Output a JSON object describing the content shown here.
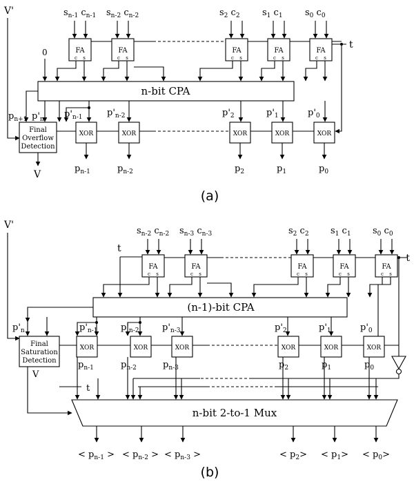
{
  "figure_a": {
    "caption": "(a)",
    "vprime": "V'",
    "t": "t",
    "zero": "0",
    "cpa": "n-bit CPA",
    "fod": [
      "Final",
      "Overflow",
      "Detection"
    ],
    "v_out": "V",
    "fa_label": "FA",
    "fa_pin_c": "c",
    "fa_pin_s": "s",
    "xor_label": "XOR",
    "fa_inputs": [
      {
        "s": "n-1",
        "c": "n-1"
      },
      {
        "s": "n-2",
        "c": "n-2"
      },
      {
        "s": "2",
        "c": "2"
      },
      {
        "s": "1",
        "c": "1"
      },
      {
        "s": "0",
        "c": "0"
      }
    ],
    "pprime": [
      "n+1",
      "n",
      "n-1",
      "n-2",
      "2",
      "1",
      "0"
    ],
    "outputs": [
      "n-1",
      "n-2",
      "2",
      "1",
      "0"
    ]
  },
  "figure_b": {
    "caption": "(b)",
    "vprime": "V'",
    "t": "t",
    "cpa": "(n-1)-bit CPA",
    "fsd": [
      "Final",
      "Saturation",
      "Detection"
    ],
    "v_out": "V",
    "mux": "n-bit 2-to-1 Mux",
    "fa_label": "FA",
    "fa_pin_c": "c",
    "fa_pin_s": "s",
    "xor_label": "XOR",
    "fa_inputs": [
      {
        "s": "n-2",
        "c": "n-2"
      },
      {
        "s": "n-3",
        "c": "n-3"
      },
      {
        "s": "2",
        "c": "2"
      },
      {
        "s": "1",
        "c": "1"
      },
      {
        "s": "0",
        "c": "0"
      }
    ],
    "pprime": [
      "n",
      "n-1",
      "n-2",
      "n-3",
      "2",
      "1",
      "0"
    ],
    "xor_outputs": [
      "n-1",
      "n-2",
      "n-3",
      "2",
      "1",
      "0"
    ],
    "mux_outputs": [
      "n-1",
      "n-2",
      "n-3",
      "2",
      "1",
      "0"
    ]
  }
}
